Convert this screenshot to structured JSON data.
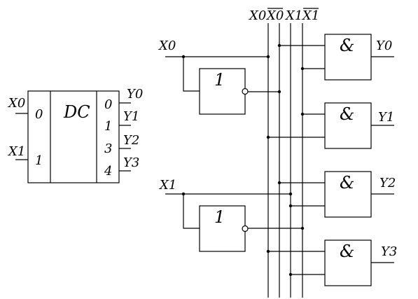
{
  "dc_block": {
    "title": "DC",
    "inputs": [
      "X0",
      "X1"
    ],
    "input_pins": [
      "0",
      "1"
    ],
    "output_pins": [
      "0",
      "1",
      "3",
      "4"
    ],
    "outputs": [
      "Y0",
      "Y1",
      "Y2",
      "Y3"
    ]
  },
  "bus": {
    "labels": [
      "X0",
      "X0",
      "X1",
      "X1"
    ],
    "inverted": [
      false,
      true,
      false,
      true
    ]
  },
  "inputs": [
    "X0",
    "X1"
  ],
  "not_gates": [
    "1",
    "1"
  ],
  "and_gates": [
    "&",
    "&",
    "&",
    "&"
  ],
  "outputs": [
    "Y0",
    "Y1",
    "Y2",
    "Y3"
  ]
}
